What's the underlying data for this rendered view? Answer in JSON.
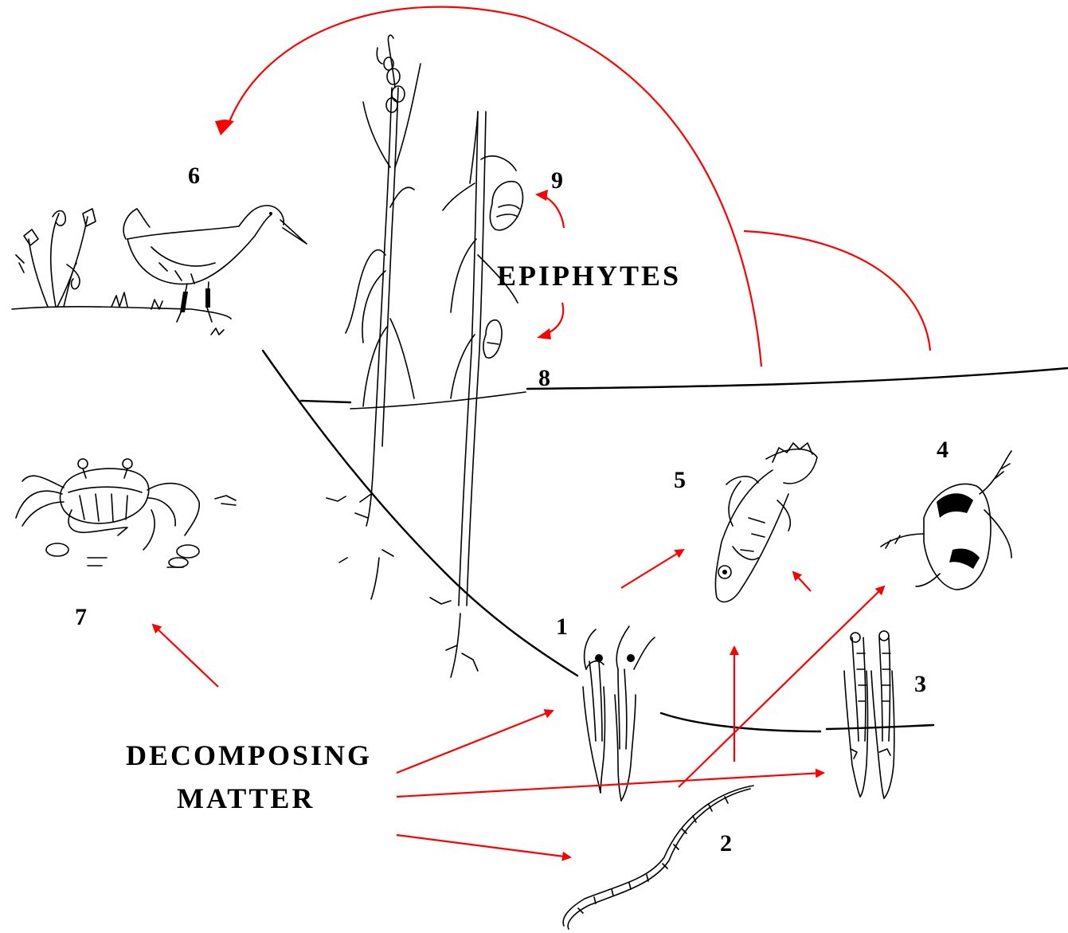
{
  "labels": {
    "n1": "1",
    "n2": "2",
    "n3": "3",
    "n4": "4",
    "n5": "5",
    "n6": "6",
    "n7": "7",
    "n8": "8",
    "n9": "9",
    "epiphytes": "EPIPHYTES",
    "decomposing_line1": "DECOMPOSING",
    "decomposing_line2": "MATTER"
  },
  "colors": {
    "arrow": "#ff0000",
    "ink": "#000000",
    "background": "#ffffff"
  },
  "icons": [
    "bird-icon",
    "marsh-grass-icon",
    "crab-icon",
    "reed-plant-icon",
    "snail-icon",
    "fish-icon",
    "worm-tube-icon",
    "earthworm-icon",
    "barnacle-icon"
  ]
}
